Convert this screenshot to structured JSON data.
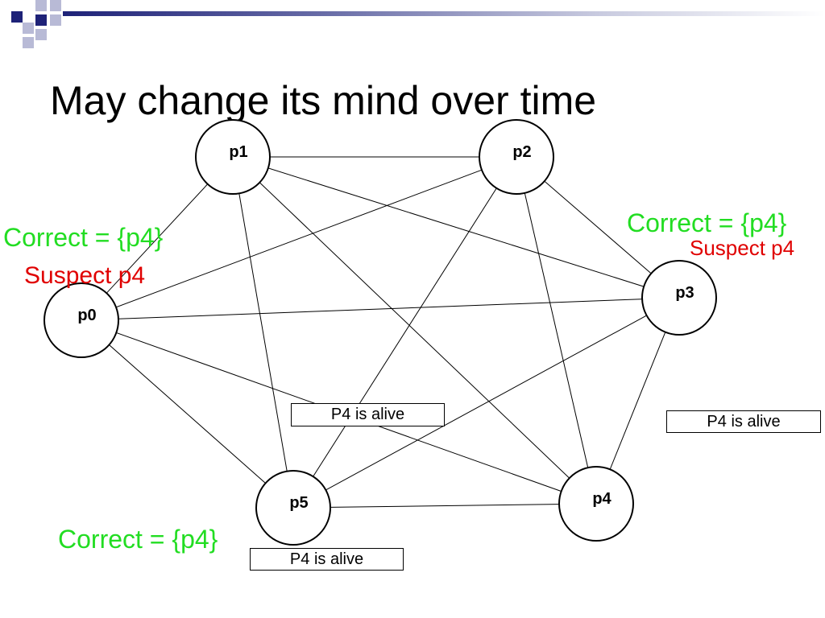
{
  "title": "May change its mind over time",
  "colors": {
    "accent_dark": "#1e2278",
    "accent_light": "#b8bad6",
    "correct": "#22dd22",
    "suspect": "#e00000"
  },
  "nodes": [
    {
      "id": "p0",
      "label": "p0"
    },
    {
      "id": "p1",
      "label": "p1"
    },
    {
      "id": "p2",
      "label": "p2"
    },
    {
      "id": "p3",
      "label": "p3"
    },
    {
      "id": "p4",
      "label": "p4"
    },
    {
      "id": "p5",
      "label": "p5"
    }
  ],
  "edges": [
    [
      "p0",
      "p1"
    ],
    [
      "p0",
      "p2"
    ],
    [
      "p0",
      "p3"
    ],
    [
      "p0",
      "p4"
    ],
    [
      "p0",
      "p5"
    ],
    [
      "p1",
      "p2"
    ],
    [
      "p1",
      "p3"
    ],
    [
      "p1",
      "p4"
    ],
    [
      "p1",
      "p5"
    ],
    [
      "p2",
      "p3"
    ],
    [
      "p2",
      "p4"
    ],
    [
      "p2",
      "p5"
    ],
    [
      "p3",
      "p4"
    ],
    [
      "p3",
      "p5"
    ],
    [
      "p4",
      "p5"
    ]
  ],
  "annotations": {
    "p0_correct": "Correct = {p4}",
    "p0_suspect": "Suspect p4",
    "p3_correct": "Correct = {p4}",
    "p3_suspect": "Suspect p4",
    "p5_correct": "Correct = {p4}"
  },
  "messages": {
    "center": "P4 is alive",
    "right": "P4 is alive",
    "bottom": "P4 is alive"
  }
}
